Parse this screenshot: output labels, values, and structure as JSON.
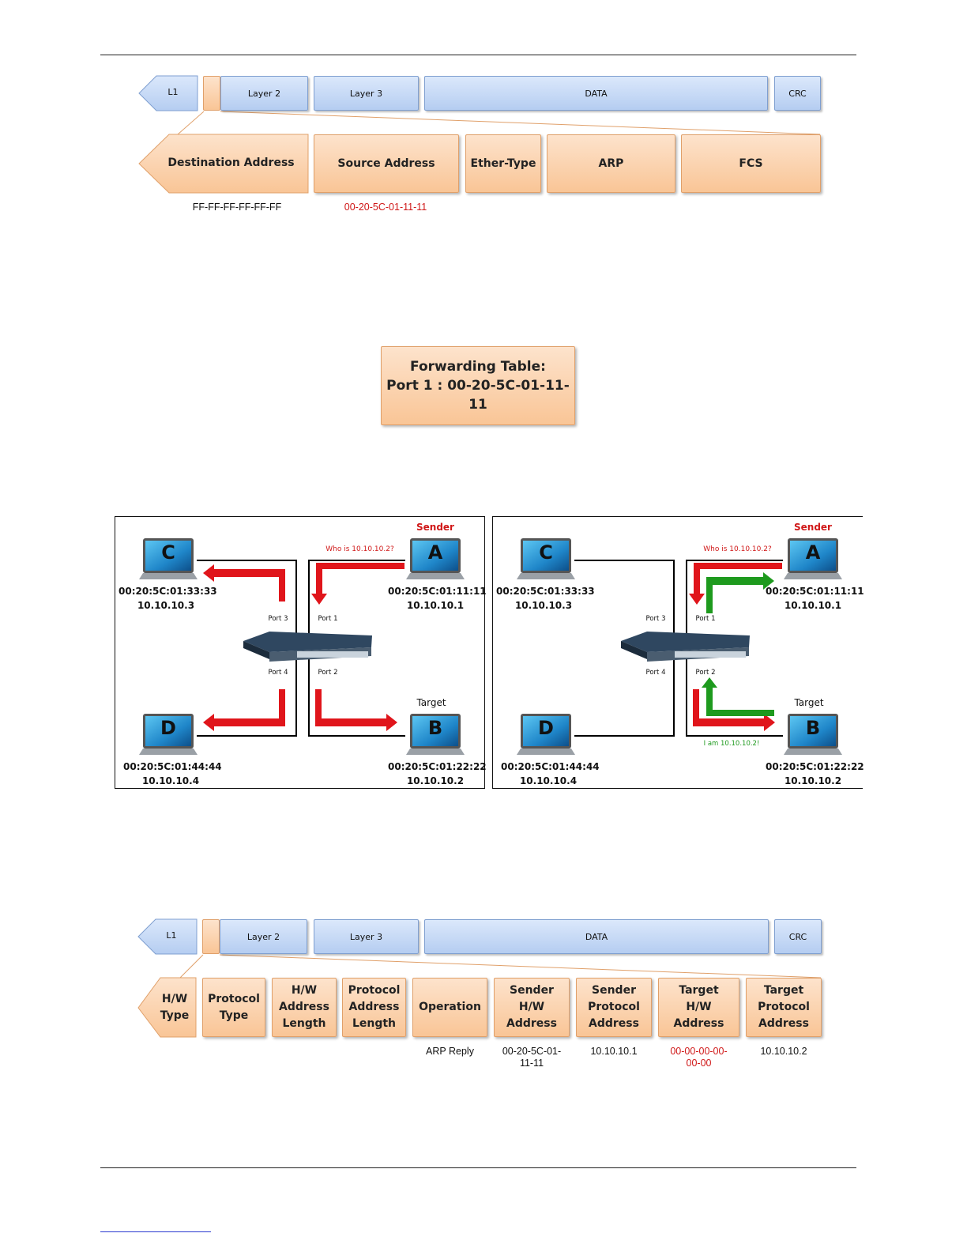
{
  "frame_top": {
    "layers": {
      "l1": "L1",
      "layer2": "Layer 2",
      "layer3": "Layer 3",
      "data": "DATA",
      "crc": "CRC"
    },
    "fields": [
      "Destination Address",
      "Source Address",
      "Ether-Type",
      "ARP",
      "FCS"
    ],
    "values": {
      "destination": "FF-FF-FF-FF-FF-FF",
      "source": "00-20-5C-01-11-11"
    }
  },
  "forwarding_table": {
    "title": "Forwarding Table:",
    "entry": "Port 1 : 00-20-5C-01-11-11"
  },
  "network_left": {
    "sender_label": "Sender",
    "target_label": "Target",
    "query": "Who is 10.10.10.2?",
    "hosts": {
      "C": {
        "letter": "C",
        "mac": "00:20:5C:01:33:33",
        "ip": "10.10.10.3"
      },
      "A": {
        "letter": "A",
        "mac": "00:20:5C:01:11:11",
        "ip": "10.10.10.1"
      },
      "D": {
        "letter": "D",
        "mac": "00:20:5C:01:44:44",
        "ip": "10.10.10.4"
      },
      "B": {
        "letter": "B",
        "mac": "00:20:5C:01:22:22",
        "ip": "10.10.10.2"
      }
    },
    "ports": {
      "p1": "Port 1",
      "p2": "Port 2",
      "p3": "Port 3",
      "p4": "Port 4"
    }
  },
  "network_right": {
    "sender_label": "Sender",
    "target_label": "Target",
    "query": "Who is 10.10.10.2?",
    "reply": "I am 10.10.10.2!",
    "hosts": {
      "C": {
        "letter": "C",
        "mac": "00:20:5C:01:33:33",
        "ip": "10.10.10.3"
      },
      "A": {
        "letter": "A",
        "mac": "00:20:5C:01:11:11",
        "ip": "10.10.10.1"
      },
      "D": {
        "letter": "D",
        "mac": "00:20:5C:01:44:44",
        "ip": "10.10.10.4"
      },
      "B": {
        "letter": "B",
        "mac": "00:20:5C:01:22:22",
        "ip": "10.10.10.2"
      }
    },
    "ports": {
      "p1": "Port 1",
      "p2": "Port 2",
      "p3": "Port 3",
      "p4": "Port 4"
    }
  },
  "frame_bottom": {
    "layers": {
      "l1": "L1",
      "layer2": "Layer 2",
      "layer3": "Layer 3",
      "data": "DATA",
      "crc": "CRC"
    },
    "fields": [
      "H/W\nType",
      "Protocol\nType",
      "H/W\nAddress\nLength",
      "Protocol\nAddress\nLength",
      "Operation",
      "Sender\nH/W\nAddress",
      "Sender\nProtocol\nAddress",
      "Target\nH/W\nAddress",
      "Target\nProtocol\nAddress"
    ],
    "values": {
      "operation": "ARP Reply",
      "sender_hw": "00-20-5C-01-\n11-11",
      "sender_protocol": "10.10.10.1",
      "target_hw": "00-00-00-00-\n00-00",
      "target_protocol": "10.10.10.2"
    }
  },
  "colors": {
    "red_arrow": "#e0151b",
    "green_arrow": "#1e9a1e",
    "orange_box": "#f9c596",
    "blue_box": "#b5cdf1"
  }
}
